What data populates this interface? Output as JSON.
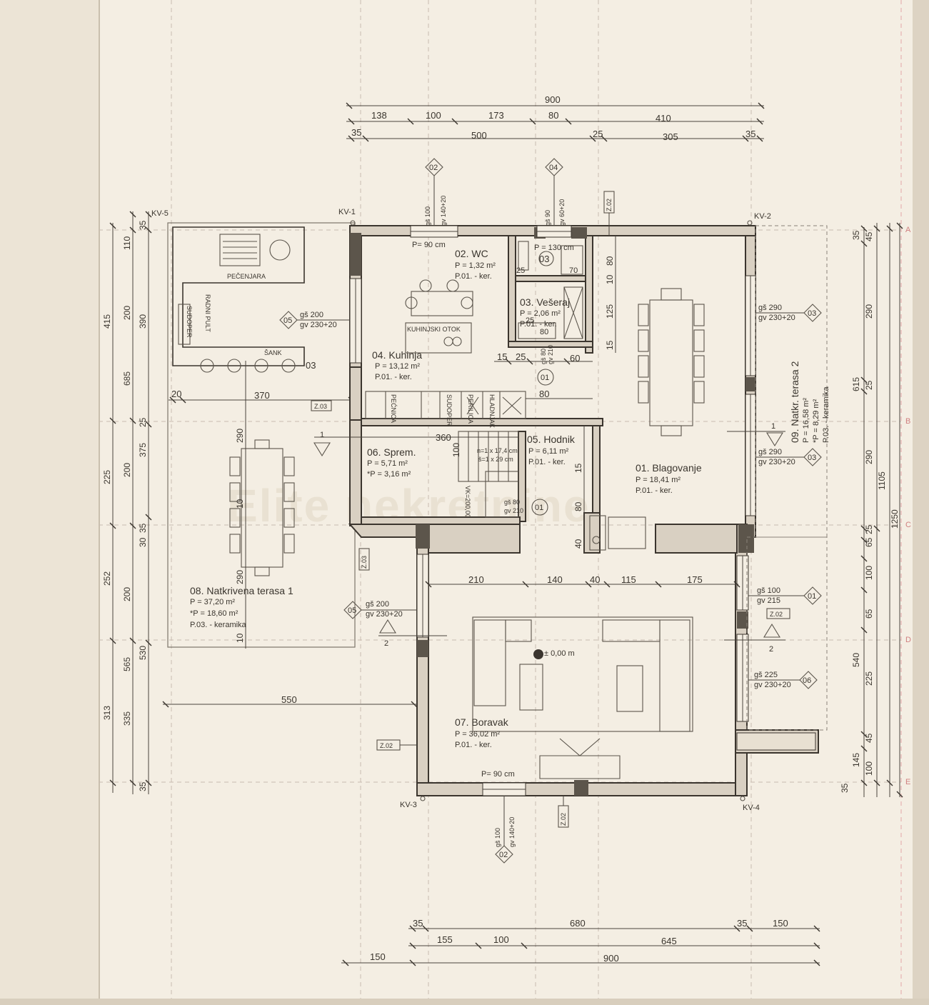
{
  "watermark": "Elite nekretnine",
  "top_dims": {
    "overall": "900",
    "row2": [
      "138",
      "100",
      "173",
      "80",
      "410"
    ],
    "row3": [
      "35",
      "500",
      "25",
      "305",
      "35"
    ]
  },
  "bottom_dims": {
    "row1": [
      "35",
      "680",
      "35",
      "150"
    ],
    "row2": [
      "155",
      "100",
      "645"
    ],
    "row3": [
      "150",
      "900"
    ]
  },
  "left_dims": {
    "col1": [
      "35",
      "110",
      "200",
      "25",
      "200",
      "35",
      "200",
      "565",
      "335",
      "35"
    ],
    "col2": [
      "415",
      "685",
      "225",
      "252",
      "313"
    ],
    "col3": [
      "390",
      "375",
      "30",
      "530"
    ]
  },
  "right_dims": {
    "col1": [
      "35",
      "45",
      "290",
      "25",
      "290",
      "25",
      "65",
      "100",
      "65",
      "225",
      "45",
      "145",
      "100",
      "35"
    ],
    "col2": [
      "615",
      "540"
    ],
    "col3": [
      "1105"
    ],
    "col4": [
      "1250"
    ]
  },
  "grid_letters": [
    "A",
    "B",
    "C",
    "D",
    "E"
  ],
  "columns": [
    "KV-5",
    "KV-1",
    "KV-2",
    "KV-3",
    "KV-4"
  ],
  "rooms": [
    {
      "name": "01. Blagovanje",
      "area": "P = 18,41 m²",
      "floor": "P.01. - ker."
    },
    {
      "name": "02. WC",
      "area": "P = 1,32 m²",
      "floor": "P.01. - ker."
    },
    {
      "name": "03. Vešeraj",
      "area": "P = 2,06 m²",
      "floor": "P.01. - ker."
    },
    {
      "name": "04. Kuhinja",
      "area": "P = 13,12 m²",
      "floor": "P.01. - ker."
    },
    {
      "name": "05. Hodnik",
      "area": "P = 6,11 m²",
      "floor": "P.01. - ker."
    },
    {
      "name": "06. Sprem.",
      "area": "P = 5,71 m²",
      "area2": "*P = 3,16 m²"
    },
    {
      "name": "07. Boravak",
      "area": "P = 36,02 m²",
      "floor": "P.01. - ker."
    },
    {
      "name": "08. Natkrivena terasa 1",
      "area": "P = 37,20 m²",
      "area2": "*P = 18,60 m²",
      "floor": "P.03. - keramika"
    },
    {
      "name": "09. Natkr. terasa 2",
      "area": "P = 16,58 m²",
      "area2": "*P = 8,29 m²",
      "floor": "P.03. - keramika"
    }
  ],
  "openings": {
    "door_top": "P= 90 cm",
    "door_wc": "P = 130 cm",
    "door_bottom": "P= 90 cm",
    "win_02_top": {
      "tag": "02",
      "gs": "gš 100",
      "gv": "gv 140+20"
    },
    "win_04_top": {
      "tag": "04",
      "gs": "gš 90",
      "gv": "gv 60+20"
    },
    "win_05_left": {
      "tag": "05",
      "gs": "gš 200",
      "gv": "gv 230+20"
    },
    "win_05_mid": {
      "tag": "05",
      "gs": "gš 200",
      "gv": "gv 230+20"
    },
    "win_03_right": {
      "tag": "03",
      "gs": "gš 290",
      "gv": "gv 230+20"
    },
    "win_03_right2": {
      "tag": "03",
      "gs": "gš 290",
      "gv": "gv 230+20"
    },
    "win_01_right": {
      "tag": "01",
      "gs": "gš 100",
      "gv": "gv 215"
    },
    "win_06_right": {
      "tag": "06",
      "gs": "gš 225",
      "gv": "gv 230+20"
    },
    "win_02_bottom": {
      "tag": "02",
      "gs": "gš 100",
      "gv": "gv 140+20"
    },
    "door_01a": {
      "tag": "01",
      "gs": "gš 80",
      "gv": "gv 210"
    },
    "door_01b": {
      "tag": "01",
      "gs": "gš 80",
      "gv": "gv 210"
    }
  },
  "inner_dims": {
    "terrace_20": "20",
    "terrace_370": "370",
    "terrace_290": "290",
    "terrace_290b": "290",
    "terrace_10": "10",
    "terrace_10b": "10",
    "k_15": "15",
    "k_25": "25",
    "k_60": "60",
    "k_80": "80",
    "k_360": "360",
    "k_100": "100",
    "wc_70": "70",
    "wc_25": "25",
    "ves_80": "80",
    "ves_25": "25",
    "v_80": "80",
    "v_10": "10",
    "v_125": "125",
    "v_15": "15",
    "hod_15": "15",
    "hod_80": "80",
    "hod_40": "40",
    "liv": [
      "210",
      "140",
      "40",
      "115",
      "175"
    ],
    "left_550": "550",
    "level": "± 0,00 m"
  },
  "labels": {
    "z02": "Z.02",
    "z03": "Z.03",
    "pecenjara": "PEČENJARA",
    "radni_pult": "RADNI PULT",
    "sudoper": "SUDOPER",
    "sank": "ŠANK",
    "kuhinjski_otok": "KUHINJSKI OTOK",
    "pecnica": "PEĆNICA",
    "perilica": "PERILICA",
    "hladnjak": "HLADNJAK",
    "tag_03": "03",
    "section_1": "1",
    "section_2": "2",
    "stair": "n=1 x 17,4 cm",
    "stair2": "š=1 x 29 cm",
    "stair3": "VK=200,00"
  }
}
